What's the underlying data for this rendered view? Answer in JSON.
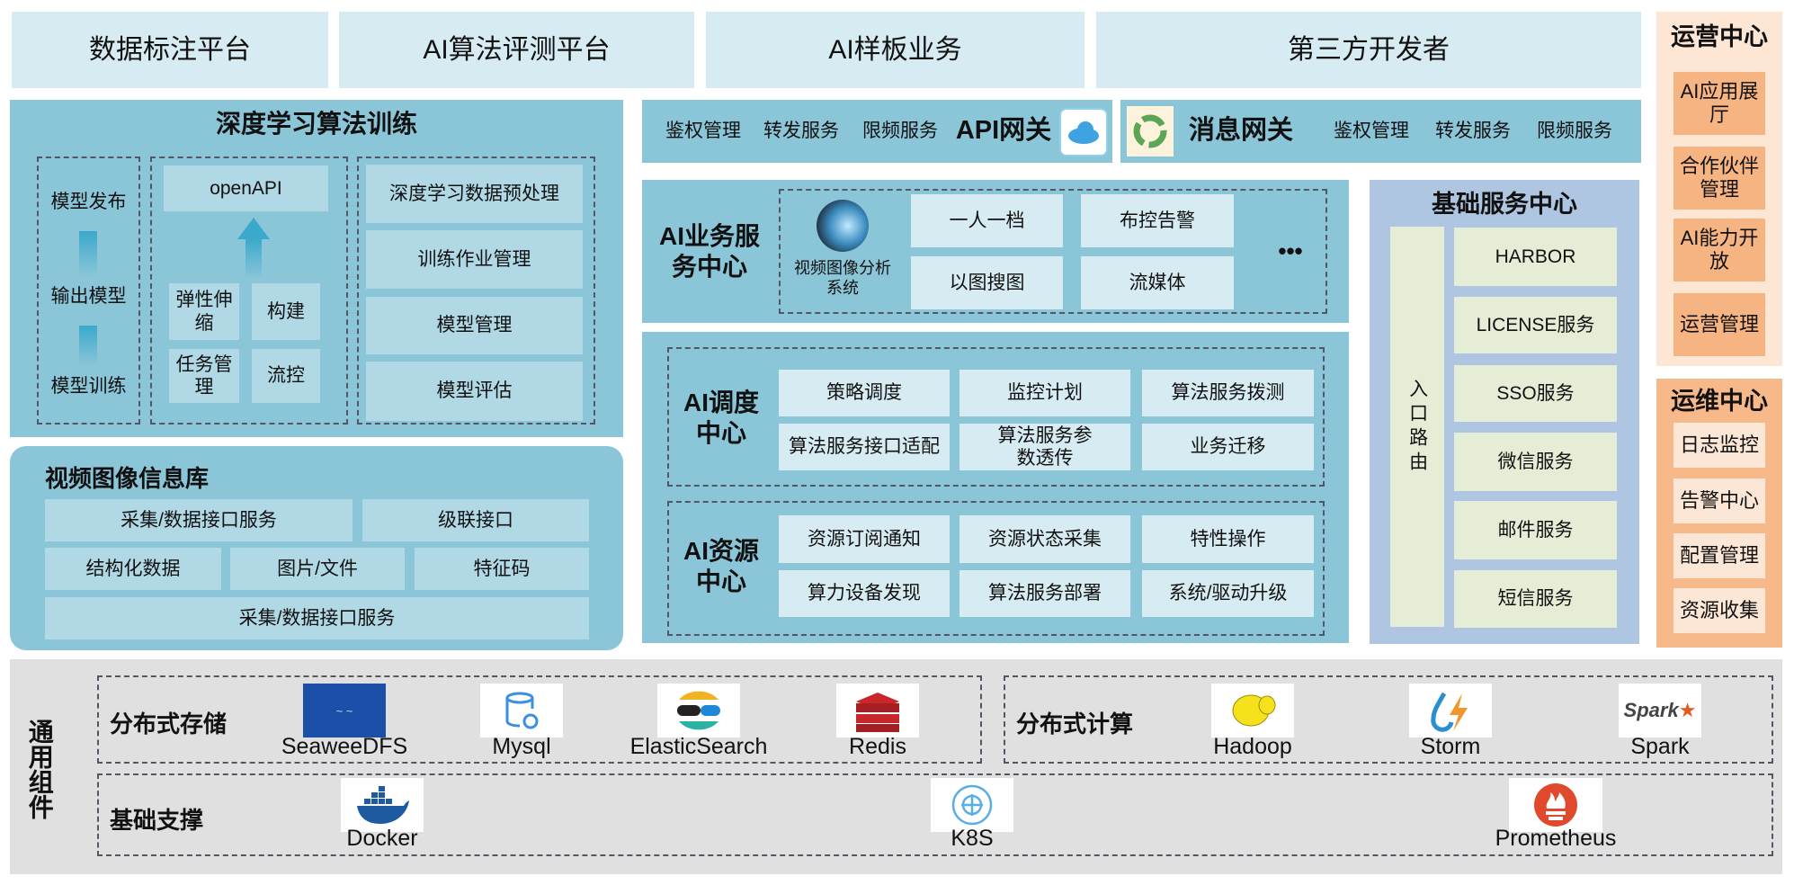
{
  "top": [
    "数据标注平台",
    "AI算法评测平台",
    "AI样板业务",
    "第三方开发者"
  ],
  "ops_center": {
    "title": "运营中心",
    "items": [
      "AI应用展厅",
      "合作伙伴管理",
      "AI能力开放",
      "运营管理"
    ]
  },
  "maint_center": {
    "title": "运维中心",
    "items": [
      "日志监控",
      "告警中心",
      "配置管理",
      "资源收集"
    ]
  },
  "dl": {
    "title": "深度学习算法训练",
    "flow": [
      "模型发布",
      "输出模型",
      "模型训练"
    ],
    "openapi": "openAPI",
    "small": [
      "弹性伸缩",
      "构建",
      "任务管理",
      "流控"
    ],
    "right": [
      "深度学习数据预处理",
      "训练作业管理",
      "模型管理",
      "模型评估"
    ]
  },
  "video_db": {
    "title": "视频图像信息库",
    "items": [
      "采集/数据接口服务",
      "级联接口",
      "结构化数据",
      "图片/文件",
      "特征码",
      "采集/数据接口服务"
    ]
  },
  "api_gw": {
    "items": [
      "鉴权管理",
      "转发服务",
      "限频服务"
    ],
    "title": "API网关"
  },
  "msg_gw": {
    "title": "消息网关",
    "items": [
      "鉴权管理",
      "转发服务",
      "限频服务"
    ]
  },
  "biz": {
    "title": "AI业务服务中心",
    "system": "视频图像分析系统",
    "items": [
      "一人一档",
      "布控告警",
      "以图搜图",
      "流媒体"
    ],
    "more": "•••"
  },
  "sched": {
    "title": "AI调度中心",
    "items": [
      "策略调度",
      "监控计划",
      "算法服务拨测",
      "算法服务接口适配",
      "算法服务参数透传",
      "业务迁移"
    ]
  },
  "res": {
    "title": "AI资源中心",
    "items": [
      "资源订阅通知",
      "资源状态采集",
      "特性操作",
      "算力设备发现",
      "算法服务部署",
      "系统/驱动升级"
    ]
  },
  "base": {
    "title": "基础服务中心",
    "entry": "入口路由",
    "items": [
      "HARBOR",
      "LICENSE服务",
      "SSO服务",
      "微信服务",
      "邮件服务",
      "短信服务"
    ]
  },
  "common": {
    "title": "通用组件",
    "storage": {
      "title": "分布式存储",
      "items": [
        "SeaweeDFS",
        "Mysql",
        "ElasticSearch",
        "Redis"
      ]
    },
    "compute": {
      "title": "分布式计算",
      "items": [
        "Hadoop",
        "Storm",
        "Spark"
      ]
    },
    "support": {
      "title": "基础支撑",
      "items": [
        "Docker",
        "K8S",
        "Prometheus"
      ]
    }
  }
}
